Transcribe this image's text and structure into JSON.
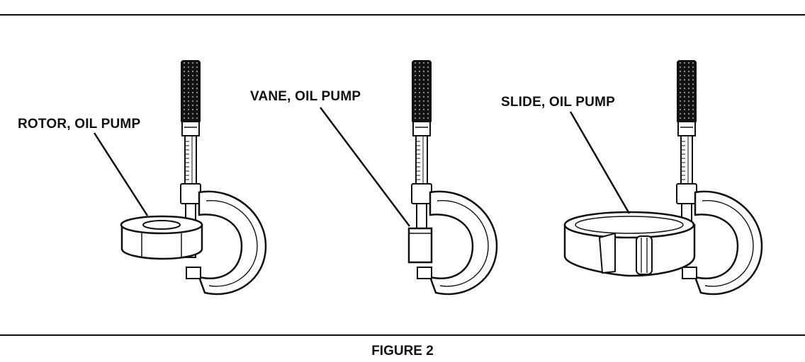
{
  "labels": {
    "rotor": "ROTOR, OIL PUMP",
    "vane": "VANE, OIL PUMP",
    "slide": "SLIDE, OIL PUMP"
  },
  "caption": "FIGURE 2",
  "colors": {
    "ink": "#111111",
    "paper": "#ffffff"
  },
  "figure_parts": [
    "micrometer",
    "oil-pump-rotor",
    "oil-pump-vane",
    "oil-pump-slide"
  ]
}
